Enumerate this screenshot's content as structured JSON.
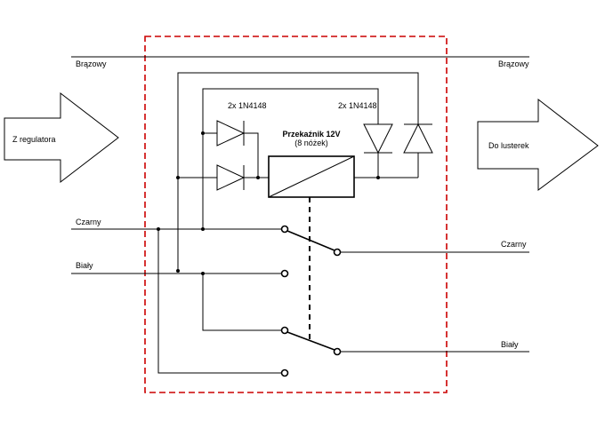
{
  "labels": {
    "brown_left": "Brązowy",
    "brown_right": "Brązowy",
    "black_left": "Czarny",
    "black_right": "Czarny",
    "white_left": "Biały",
    "white_right": "Biały",
    "from_regulator": "Z regulatora",
    "to_mirrors": "Do lusterek",
    "diodes_left": "2x 1N4148",
    "diodes_right": "2x 1N4148",
    "relay_title": "Przekaźnik 12V",
    "relay_subtitle": "(8 nóżek)"
  },
  "colors": {
    "wire": "#000000",
    "frame": "#cc0000",
    "background": "#ffffff"
  }
}
